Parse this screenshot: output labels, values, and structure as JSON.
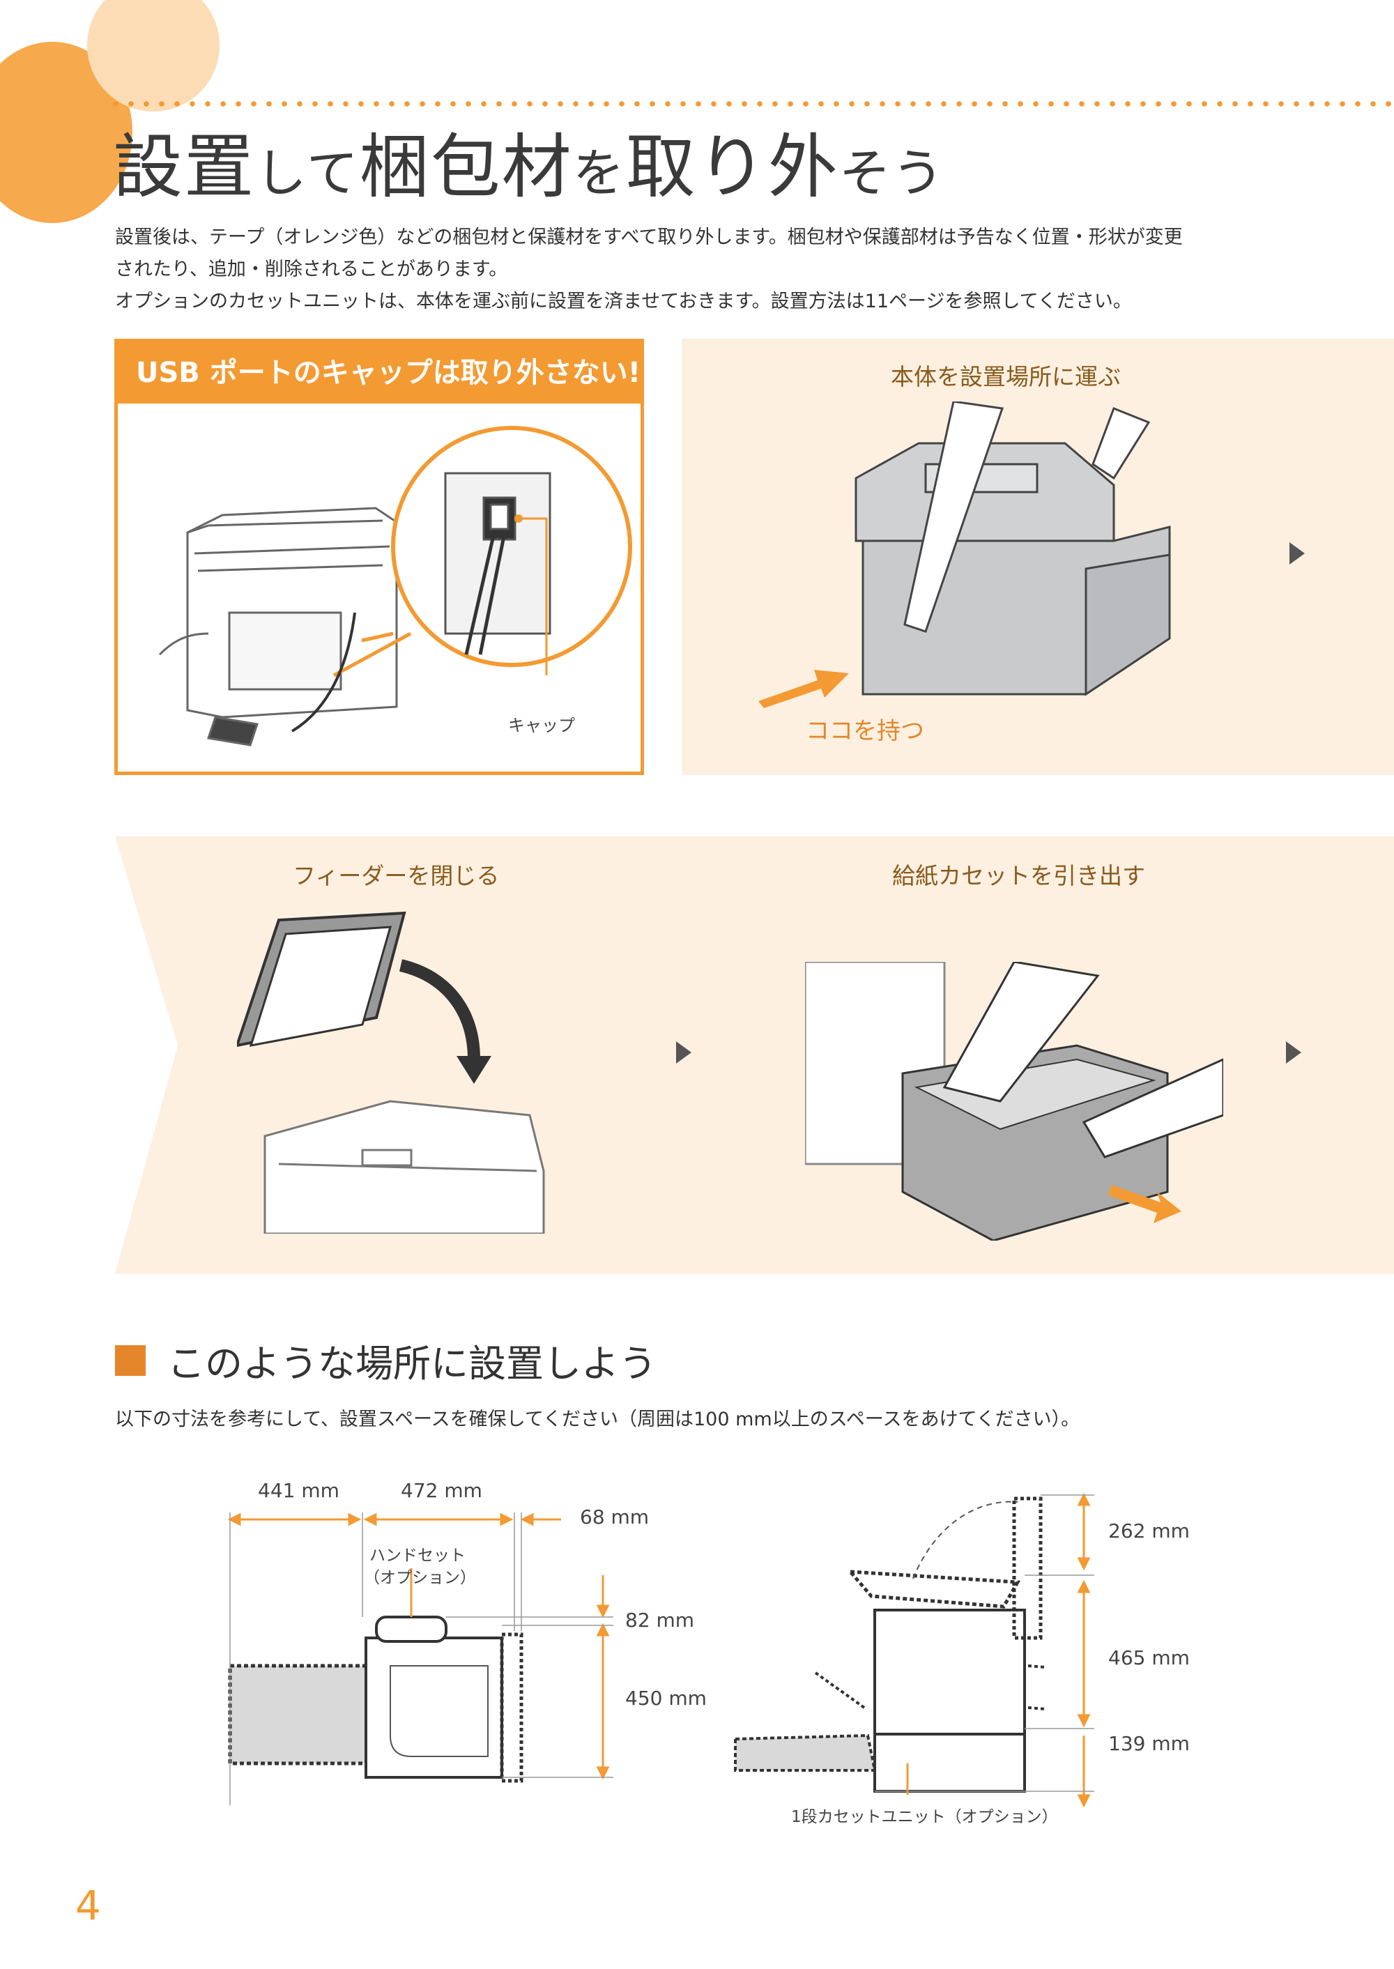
{
  "page": {
    "title_parts": [
      "設置",
      "して",
      "梱包材",
      "を",
      "取り外",
      "そう"
    ],
    "intro_lines": [
      "設置後は、テープ（オレンジ色）などの梱包材と保護材をすべて取り外します。梱包材や保護部材は予告なく位置・形状が変更",
      "されたり、追加・削除されることがあります。",
      "オプションのカセットユニットは、本体を運ぶ前に設置を済ませておきます。設置方法は11ページを参照してください。"
    ],
    "page_number": "4"
  },
  "usb_box": {
    "heading": "USB ポートのキャップは取り外さない!",
    "cap_label": "キャップ"
  },
  "steps": {
    "carry": {
      "caption": "本体を設置場所に運ぶ",
      "hold_label": "ココを持つ"
    },
    "feeder": {
      "caption": "フィーダーを閉じる"
    },
    "cassette": {
      "caption": "給紙カセットを引き出す"
    }
  },
  "placement": {
    "heading": "このような場所に設置しよう",
    "intro": "以下の寸法を参考にして、設置スペースを確保してください（周囲は100 mm以上のスペースをあけてください）。",
    "top_view": {
      "dims": [
        "441 mm",
        "472 mm",
        "68 mm",
        "82 mm",
        "450 mm"
      ],
      "handset_label_1": "ハンドセット",
      "handset_label_2": "（オプション）"
    },
    "side_view": {
      "dims": [
        "262 mm",
        "465 mm",
        "139 mm"
      ],
      "cassette_label": "1段カセットユニット（オプション）"
    }
  },
  "colors": {
    "accent": "#f39a33",
    "panel": "#fdf0e1",
    "caption": "#8a5a1c"
  }
}
